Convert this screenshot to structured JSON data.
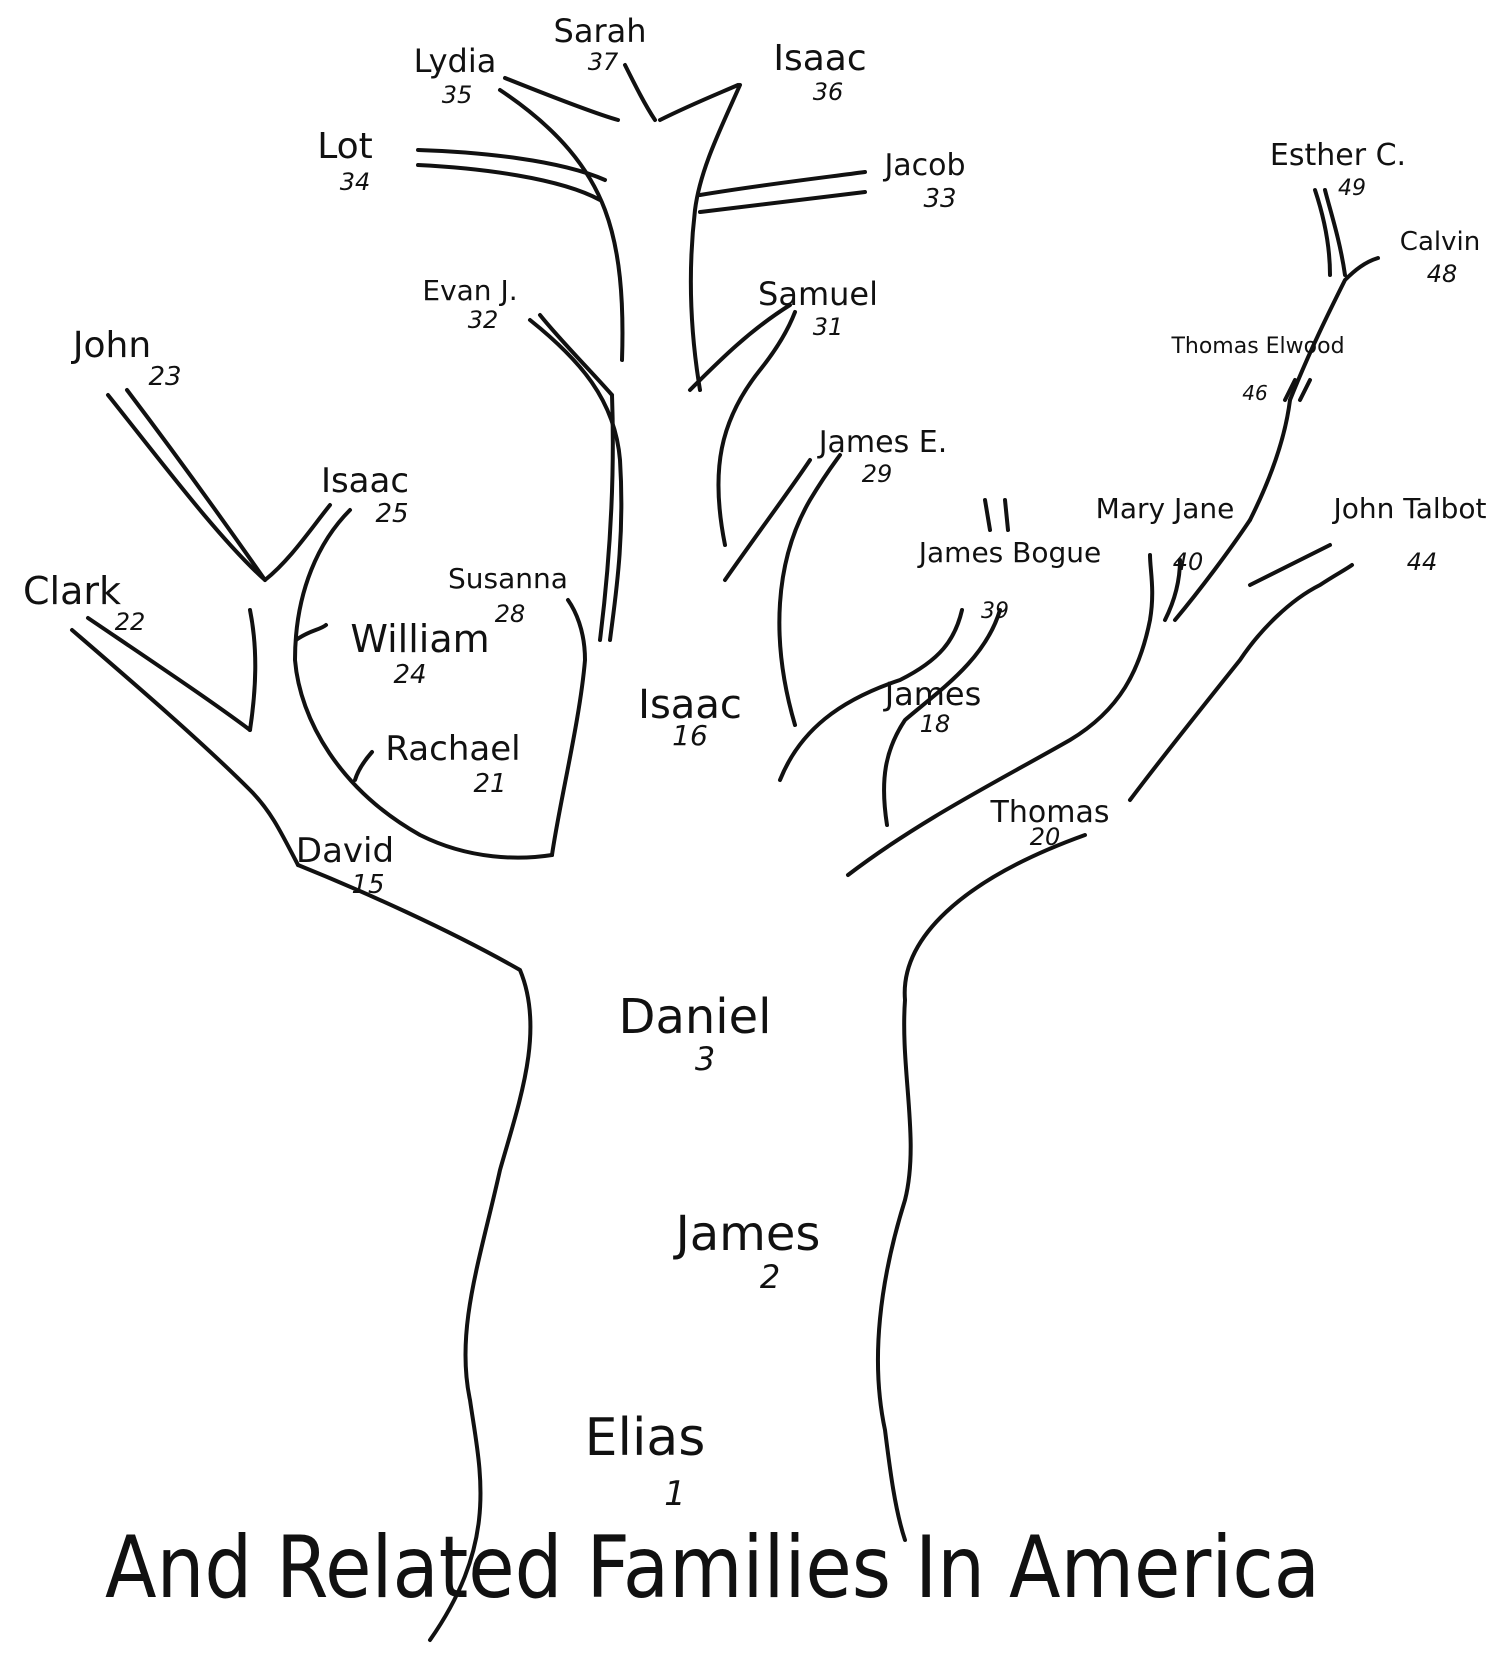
{
  "people": [
    {
      "id": "elias",
      "name": "Elias",
      "number": "1"
    },
    {
      "id": "james-2",
      "name": "James",
      "number": "2"
    },
    {
      "id": "daniel",
      "name": "Daniel",
      "number": "3"
    },
    {
      "id": "david",
      "name": "David",
      "number": "15"
    },
    {
      "id": "isaac-16",
      "name": "Isaac",
      "number": "16"
    },
    {
      "id": "james-18",
      "name": "James",
      "number": "18"
    },
    {
      "id": "thomas",
      "name": "Thomas",
      "number": "20"
    },
    {
      "id": "rachael",
      "name": "Rachael",
      "number": "21"
    },
    {
      "id": "clark",
      "name": "Clark",
      "number": "22"
    },
    {
      "id": "john-23",
      "name": "John",
      "number": "23"
    },
    {
      "id": "william",
      "name": "William",
      "number": "24"
    },
    {
      "id": "isaac-25",
      "name": "Isaac",
      "number": "25"
    },
    {
      "id": "susanna",
      "name": "Susanna",
      "number": "28"
    },
    {
      "id": "james-e",
      "name": "James E.",
      "number": "29"
    },
    {
      "id": "samuel",
      "name": "Samuel",
      "number": "31"
    },
    {
      "id": "evan-j",
      "name": "Evan J.",
      "number": "32"
    },
    {
      "id": "jacob",
      "name": "Jacob",
      "number": "33"
    },
    {
      "id": "lot",
      "name": "Lot",
      "number": "34"
    },
    {
      "id": "lydia",
      "name": "Lydia",
      "number": "35"
    },
    {
      "id": "isaac-36",
      "name": "Isaac",
      "number": "36"
    },
    {
      "id": "sarah",
      "name": "Sarah",
      "number": "37"
    },
    {
      "id": "james-bogue",
      "name": "James Bogue",
      "number": "39"
    },
    {
      "id": "mary-jane",
      "name": "Mary Jane",
      "number": "40"
    },
    {
      "id": "john-talbot",
      "name": "John Talbot",
      "number": "44"
    },
    {
      "id": "thomas-elwood",
      "name": "Thomas Elwood",
      "number": "46"
    },
    {
      "id": "calvin",
      "name": "Calvin",
      "number": "48"
    },
    {
      "id": "esther-c",
      "name": "Esther C.",
      "number": "49"
    }
  ],
  "title": "And Related Families In America"
}
